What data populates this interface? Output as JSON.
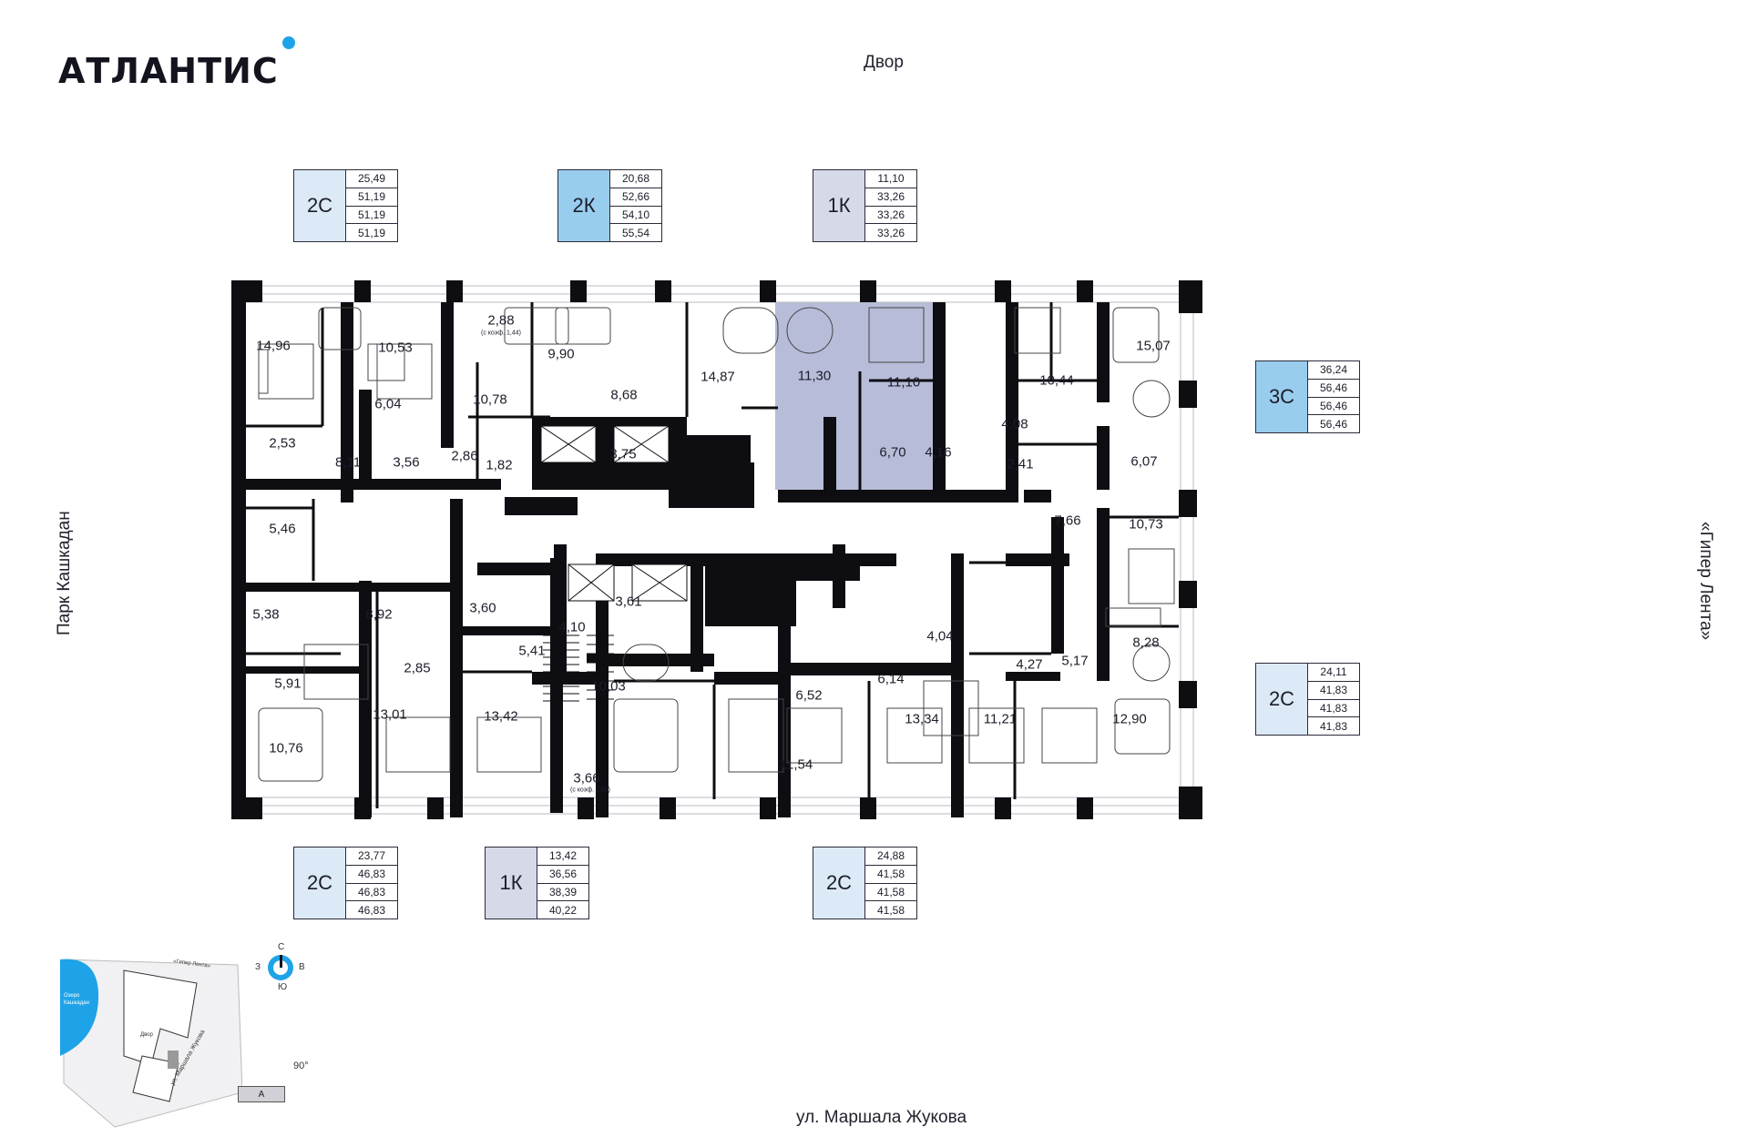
{
  "brand": {
    "name": "АТЛАНТИС",
    "accent": "#1fa3e8"
  },
  "orientation": {
    "top": "Двор",
    "bottom": "ул. Маршала Жукова",
    "left": "Парк Кашкадан",
    "right": "«Гипер Лента»"
  },
  "colors": {
    "type_2c": "#dce9f7",
    "type_2k": "#99cdee",
    "type_1k": "#d6d9e8",
    "type_3c": "#99cdee",
    "wall": "#0d0d12",
    "highlight_apartment": "#b7bdd8"
  },
  "legends": [
    {
      "code": "2С",
      "values": [
        "25,49",
        "51,19",
        "51,19",
        "51,19"
      ]
    },
    {
      "code": "2К",
      "values": [
        "20,68",
        "52,66",
        "54,10",
        "55,54"
      ]
    },
    {
      "code": "1К",
      "values": [
        "11,10",
        "33,26",
        "33,26",
        "33,26"
      ]
    },
    {
      "code": "3С",
      "values": [
        "36,24",
        "56,46",
        "56,46",
        "56,46"
      ]
    },
    {
      "code": "2С",
      "values": [
        "24,11",
        "41,83",
        "41,83",
        "41,83"
      ]
    },
    {
      "code": "2С",
      "values": [
        "23,77",
        "46,83",
        "46,83",
        "46,83"
      ]
    },
    {
      "code": "1К",
      "values": [
        "13,42",
        "36,56",
        "38,39",
        "40,22"
      ]
    },
    {
      "code": "2С",
      "values": [
        "24,88",
        "41,58",
        "41,58",
        "41,58"
      ]
    }
  ],
  "rooms": [
    "14,96",
    "10,53",
    "6,04",
    "2,53",
    "8,11",
    "3,56",
    "5,46",
    "5,38",
    "5,91",
    "10,76",
    "8,92",
    "2,85",
    "13,01",
    "2,88",
    "10,78",
    "2,86",
    "1,82",
    "3,60",
    "4,10",
    "5,41",
    "13,42",
    "3,61",
    "10,03",
    "3,66",
    "9,90",
    "8,68",
    "14,87",
    "3,75",
    "11,30",
    "11,10",
    "6,70",
    "4,16",
    "10,44",
    "4,08",
    "2,41",
    "15,07",
    "6,07",
    "7,66",
    "10,73",
    "6,52",
    "11,54",
    "6,14",
    "4,04",
    "13,34",
    "4,27",
    "11,21",
    "5,17",
    "8,28",
    "12,90"
  ],
  "room_notes": [
    "(с коэф. 1,44)",
    "(с коэф. 1,83)"
  ],
  "compass": {
    "n": "С",
    "s": "Ю",
    "w": "З",
    "e": "В"
  },
  "minimap": {
    "lake": "Озеро Кашкадан",
    "top_road": "«Гипер Лента»",
    "yard": "Двор",
    "street": "ул. Маршала Жукова",
    "section": "А",
    "angle": "90°"
  }
}
